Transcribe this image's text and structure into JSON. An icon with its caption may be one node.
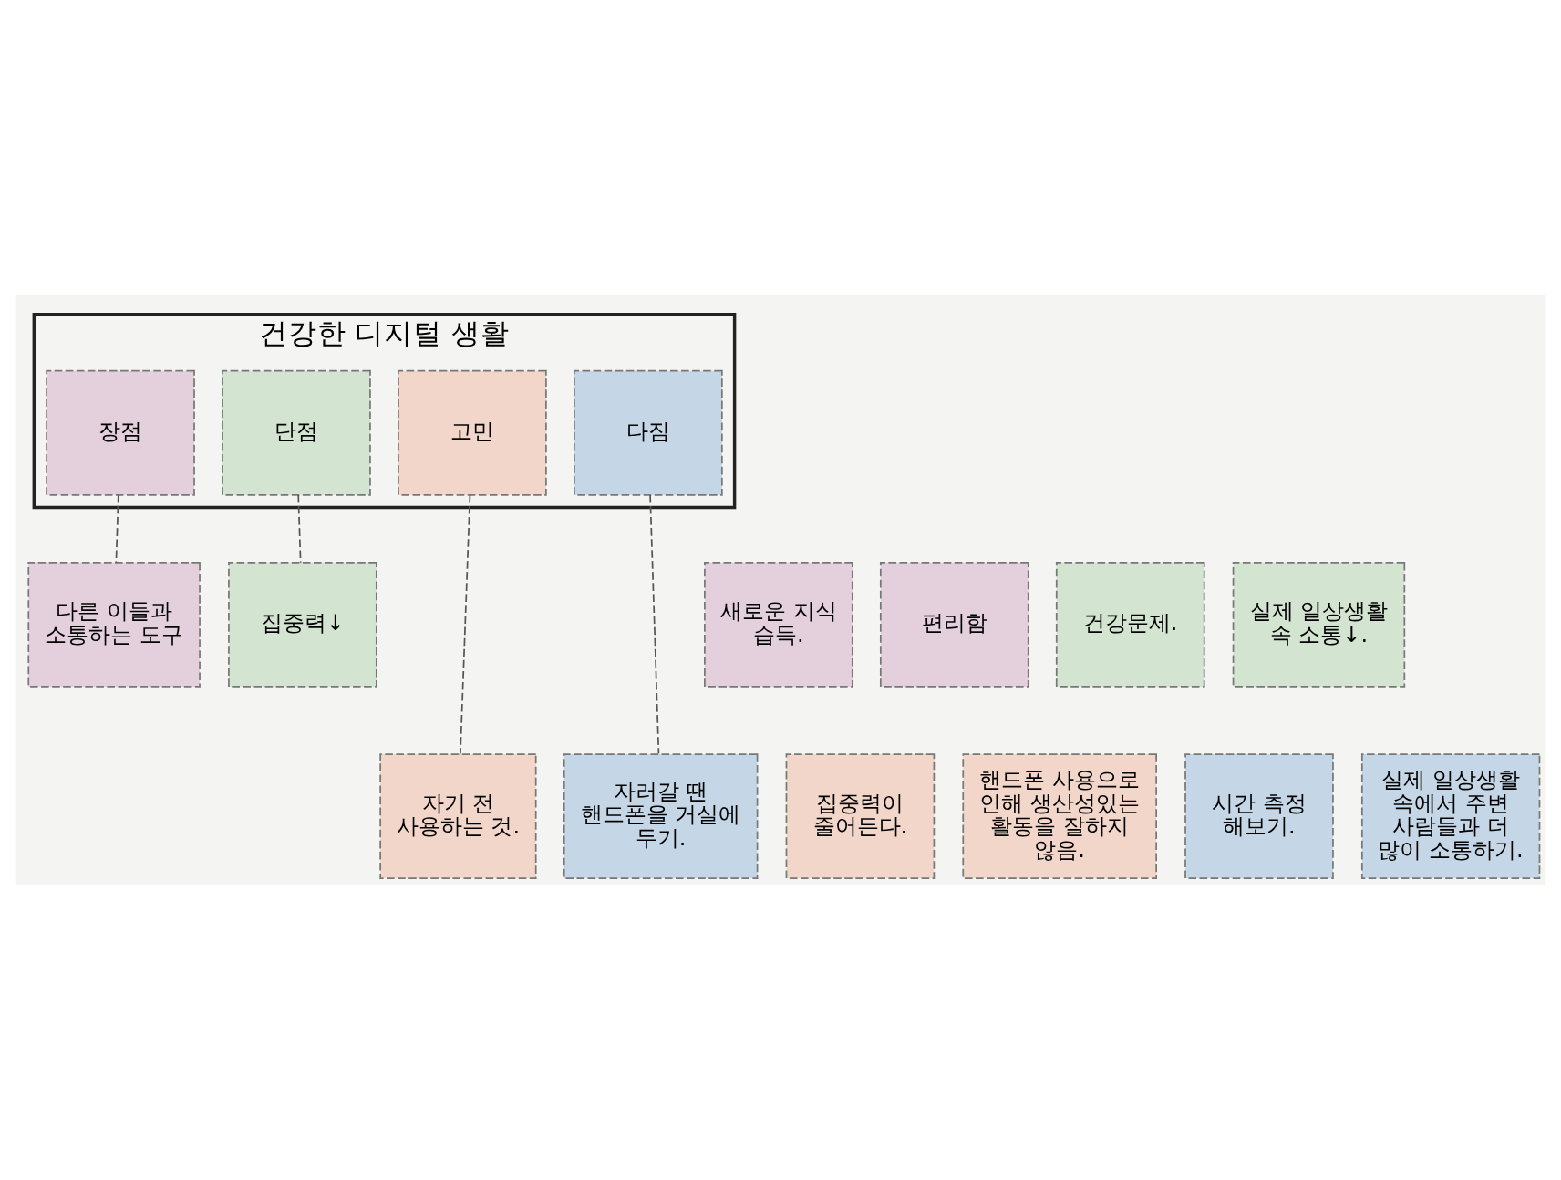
{
  "diagram": {
    "nodes": [
      {
        "text": [
          "건강한 디지털 생활"
        ]
      },
      {
        "text": [
          "장점"
        ],
        "in": 0
      },
      {
        "text": [
          "단점"
        ],
        "in": 0
      },
      {
        "text": [
          "고민"
        ],
        "in": 0
      },
      {
        "text": [
          "다짐"
        ],
        "in": 0
      },
      {
        "text": [
          "다른 이들과 소통하는 도구"
        ]
      },
      {
        "text": [
          "새로운 지식 습득."
        ]
      },
      {
        "text": [
          "편리함"
        ]
      },
      {
        "text": [
          "집중력↓"
        ]
      },
      {
        "text": [
          "건강문제."
        ]
      },
      {
        "text": [
          "실제 일상생활 속 소통↓."
        ]
      },
      {
        "text": [
          "자기 전 사용하는 것."
        ]
      },
      {
        "text": [
          "집중력이 줄어든다."
        ]
      },
      {
        "text": [
          "핸드폰 사용으로 인해 생산성있는 활동을 잘하지 않음."
        ]
      },
      {
        "text": [
          "자러갈 땐 핸드폰을 거실에 두기."
        ]
      },
      {
        "text": [
          "시간 측정 해보기."
        ]
      },
      {
        "text": [
          "실제 일상생활 속에서 주변 사람들과 더 많이 소통하기."
        ]
      }
    ],
    "edges": [
      {
        "from": 1,
        "to": 5,
        "arrow": "none",
        "style": "dashed"
      },
      {
        "from": 2,
        "to": 8,
        "arrow": "none",
        "style": "dashed"
      },
      {
        "from": 3,
        "to": 11,
        "arrow": "none",
        "style": "dashed"
      },
      {
        "from": 4,
        "to": 14,
        "arrow": "none",
        "style": "dashed"
      }
    ]
  }
}
